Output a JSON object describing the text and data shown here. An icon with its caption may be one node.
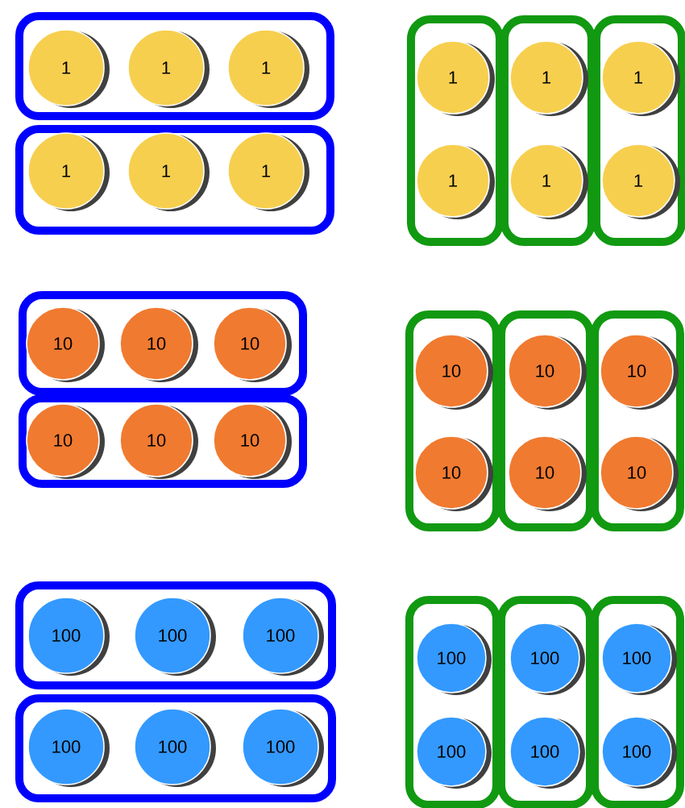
{
  "diagram": {
    "nodes": [
      {
        "text": [],
        "shape": "box"
      },
      {
        "text": [
          "1"
        ],
        "in": 0
      },
      {
        "text": [
          "1"
        ],
        "in": 0
      },
      {
        "text": [
          "1"
        ],
        "in": 0
      },
      {
        "text": [],
        "shape": "box"
      },
      {
        "text": [
          "1"
        ],
        "in": 4
      },
      {
        "text": [
          "1"
        ],
        "in": 4
      },
      {
        "text": [
          "1"
        ],
        "in": 4
      },
      {
        "text": [],
        "shape": "box"
      },
      {
        "text": [
          "1"
        ],
        "in": 8
      },
      {
        "text": [
          "1"
        ],
        "in": 8
      },
      {
        "text": [],
        "shape": "box"
      },
      {
        "text": [
          "1"
        ],
        "in": 11
      },
      {
        "text": [
          "1"
        ],
        "in": 11
      },
      {
        "text": [],
        "shape": "box"
      },
      {
        "text": [
          "1"
        ],
        "in": 14
      },
      {
        "text": [
          "1"
        ],
        "in": 14
      },
      {
        "text": [],
        "shape": "box"
      },
      {
        "text": [
          "10"
        ],
        "in": 17
      },
      {
        "text": [
          "10"
        ],
        "in": 17
      },
      {
        "text": [
          "10"
        ],
        "in": 17
      },
      {
        "text": [],
        "shape": "box"
      },
      {
        "text": [
          "10"
        ],
        "in": 21
      },
      {
        "text": [
          "10"
        ],
        "in": 21
      },
      {
        "text": [
          "10"
        ],
        "in": 21
      },
      {
        "text": [],
        "shape": "box"
      },
      {
        "text": [
          "10"
        ],
        "in": 25
      },
      {
        "text": [
          "10"
        ],
        "in": 25
      },
      {
        "text": [],
        "shape": "box"
      },
      {
        "text": [
          "10"
        ],
        "in": 28
      },
      {
        "text": [
          "10"
        ],
        "in": 28
      },
      {
        "text": [],
        "shape": "box"
      },
      {
        "text": [
          "10"
        ],
        "in": 31
      },
      {
        "text": [
          "10"
        ],
        "in": 31
      },
      {
        "text": [],
        "shape": "box"
      },
      {
        "text": [
          "100"
        ],
        "in": 34
      },
      {
        "text": [
          "100"
        ],
        "in": 34
      },
      {
        "text": [
          "100"
        ],
        "in": 34
      },
      {
        "text": [],
        "shape": "box"
      },
      {
        "text": [
          "100"
        ],
        "in": 38
      },
      {
        "text": [
          "100"
        ],
        "in": 38
      },
      {
        "text": [
          "100"
        ],
        "in": 38
      },
      {
        "text": [],
        "shape": "box"
      },
      {
        "text": [
          "100"
        ],
        "in": 42
      },
      {
        "text": [
          "100"
        ],
        "in": 42
      },
      {
        "text": [],
        "shape": "box"
      },
      {
        "text": [
          "100"
        ],
        "in": 45
      },
      {
        "text": [
          "100"
        ],
        "in": 45
      },
      {
        "text": [],
        "shape": "box"
      },
      {
        "text": [
          "100"
        ],
        "in": 48
      },
      {
        "text": [
          "100"
        ],
        "in": 48
      }
    ]
  }
}
